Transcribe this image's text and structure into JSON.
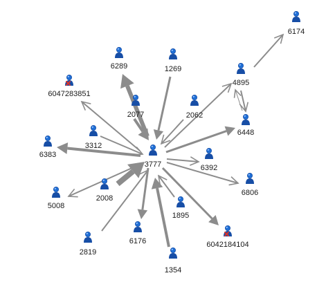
{
  "colors": {
    "edge": "#8c8c8c",
    "user_icon": "#1f6fd6",
    "user_icon_dark": "#174ea6",
    "blocked_mark": "#d9342b"
  },
  "nodes": [
    {
      "id": "3777",
      "label": "3777",
      "icon": "user-icon"
    },
    {
      "id": "6174",
      "label": "6174",
      "icon": "user-icon"
    },
    {
      "id": "6289",
      "label": "6289",
      "icon": "user-icon"
    },
    {
      "id": "1269",
      "label": "1269",
      "icon": "user-icon"
    },
    {
      "id": "6047283851",
      "label": "6047283851",
      "icon": "blocked-user-icon"
    },
    {
      "id": "4895",
      "label": "4895",
      "icon": "user-icon"
    },
    {
      "id": "2077",
      "label": "2077",
      "icon": "user-icon"
    },
    {
      "id": "2062",
      "label": "2062",
      "icon": "user-icon"
    },
    {
      "id": "6448",
      "label": "6448",
      "icon": "user-icon"
    },
    {
      "id": "3312",
      "label": "3312",
      "icon": "user-icon"
    },
    {
      "id": "6383",
      "label": "6383",
      "icon": "user-icon"
    },
    {
      "id": "6392",
      "label": "6392",
      "icon": "user-icon"
    },
    {
      "id": "6806",
      "label": "6806",
      "icon": "user-icon"
    },
    {
      "id": "2008",
      "label": "2008",
      "icon": "user-icon"
    },
    {
      "id": "5008",
      "label": "5008",
      "icon": "user-icon"
    },
    {
      "id": "1895",
      "label": "1895",
      "icon": "user-icon"
    },
    {
      "id": "6042184104",
      "label": "6042184104",
      "icon": "blocked-user-icon"
    },
    {
      "id": "6176",
      "label": "6176",
      "icon": "user-icon"
    },
    {
      "id": "2819",
      "label": "2819",
      "icon": "user-icon"
    },
    {
      "id": "1354",
      "label": "1354",
      "icon": "user-icon"
    }
  ],
  "edges": [
    {
      "from": "4895",
      "to": "6174",
      "weight": 2
    },
    {
      "from": "3777",
      "to": "6289",
      "weight": 6
    },
    {
      "from": "2077",
      "to": "3777",
      "weight": 4
    },
    {
      "from": "1269",
      "to": "3777",
      "weight": 3
    },
    {
      "from": "2062",
      "to": "3777",
      "weight": 2
    },
    {
      "from": "3777",
      "to": "4895",
      "weight": 2
    },
    {
      "from": "4895",
      "to": "6448",
      "weight": 2
    },
    {
      "from": "6448",
      "to": "4895",
      "weight": 1
    },
    {
      "from": "3777",
      "to": "6448",
      "weight": 3
    },
    {
      "from": "3777",
      "to": "6047283851",
      "weight": 2
    },
    {
      "from": "3312",
      "to": "3777",
      "weight": 2
    },
    {
      "from": "3777",
      "to": "6383",
      "weight": 4
    },
    {
      "from": "3777",
      "to": "6392",
      "weight": 2
    },
    {
      "from": "3777",
      "to": "6806",
      "weight": 2
    },
    {
      "from": "2008",
      "to": "3777",
      "weight": 8
    },
    {
      "from": "3777",
      "to": "5008",
      "weight": 2
    },
    {
      "from": "1895",
      "to": "3777",
      "weight": 2
    },
    {
      "from": "3777",
      "to": "6042184104",
      "weight": 3
    },
    {
      "from": "3777",
      "to": "6176",
      "weight": 3
    },
    {
      "from": "2819",
      "to": "3777",
      "weight": 2
    },
    {
      "from": "1354",
      "to": "3777",
      "weight": 4
    }
  ]
}
